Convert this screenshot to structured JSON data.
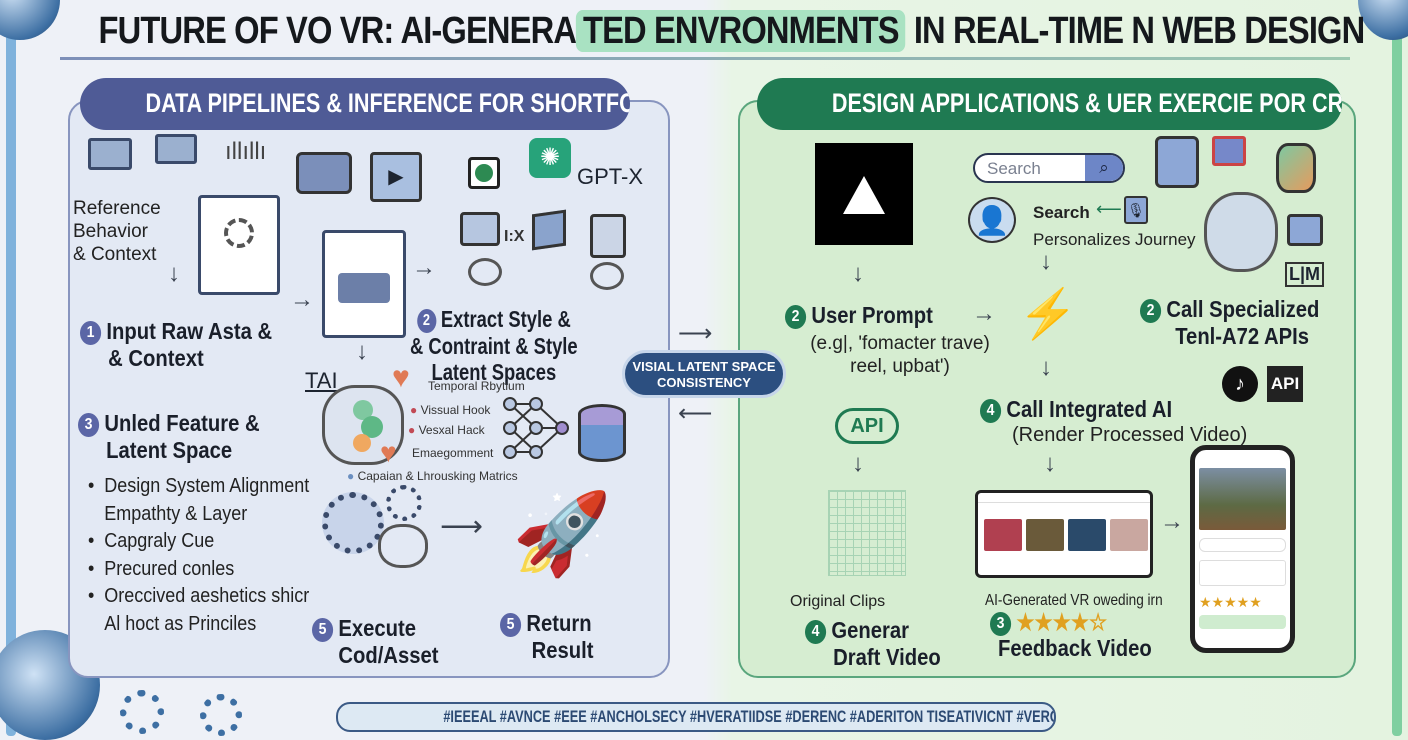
{
  "title": {
    "before": "FUTURE OF VO VR: AI-GENERA",
    "highlight": "TED ENVRONMENTS",
    "after": "IN REAL-TIME N WEB DESIGN"
  },
  "left_panel": {
    "header": "DATA PIPELINES & INFERENCE FOR SHORTFORM",
    "reference": [
      "Reference",
      "Behavior",
      "& Context"
    ],
    "gpt_label": "GPT-X",
    "ix_label": "I:X",
    "step1": {
      "num": "1",
      "lines": [
        "Input Raw Asta &",
        "& Context"
      ]
    },
    "step2": {
      "num": "2",
      "lines": [
        "Extract Style &",
        "& Contraint & Style",
        "Latent Spaces"
      ]
    },
    "tai": "TAI",
    "metrics": [
      "Temporal Rbytium",
      "Vissual Hook",
      "Vesxal Hack",
      "Emaegomment",
      "Capaian & Lhrousking Matrics"
    ],
    "step3": {
      "num": "3",
      "lines": [
        "Unled Feature &",
        "Latent Space"
      ]
    },
    "bullets": [
      {
        "text": "Design System Alignment",
        "dot": true
      },
      {
        "text": "Empathty & Layer",
        "dot": false
      },
      {
        "text": "Capgraly Cue",
        "dot": true
      },
      {
        "text": "Precured conles",
        "dot": true
      },
      {
        "text": "Oreccived aeshetics shicr",
        "dot": true
      },
      {
        "text": "Al hoct as Princiles",
        "dot": false
      }
    ],
    "step5a": {
      "num": "5",
      "lines": [
        "Execute",
        "Cod/Asset"
      ]
    },
    "step5b": {
      "num": "5",
      "lines": [
        "Return",
        "Result"
      ]
    }
  },
  "center": {
    "lines": [
      "VISIAL LATENT SPACE",
      "CONSISTENCY"
    ]
  },
  "right_panel": {
    "header": "DESIGN APPLICATIONS & UER EXERCIE POR CREATORS",
    "search_placeholder": "Search",
    "search_label": "Search",
    "personalizes": "Personalizes Journey",
    "user_prompt": {
      "num": "2",
      "title": "User Prompt",
      "lines": [
        "(e.g|, 'fomacter trave)",
        "reel, upbat')"
      ]
    },
    "call_specialized": {
      "num": "2",
      "lines": [
        "Call Specialized",
        "Tenl-A72 APIs"
      ]
    },
    "llm_label": "L|M",
    "api_badge": "API",
    "api_cloud": "API",
    "call_integrated": {
      "num": "4",
      "title": "Call Integrated AI",
      "sub": "(Render Processed Video)"
    },
    "original_clips": "Original Clips",
    "generar": {
      "num": "4",
      "lines": [
        "Generar",
        "Draft Video"
      ]
    },
    "ai_generated": "AI-Generated VR oweding irn",
    "feedback": {
      "num": "3",
      "stars": "★★★★☆",
      "title": "Feedback Video"
    },
    "phone_stars": "★★★★★"
  },
  "hashtags": "#IEEEAL #AVNCE #EEE #ANCHOLSECY  #HVERATIIDSE  #DERENC  #ADERITON TISEATIVICNT   #VERCEL",
  "colors": {
    "left_accent": "#4f5b96",
    "right_accent": "#1f7a52",
    "center_pill": "#2c4f80"
  }
}
